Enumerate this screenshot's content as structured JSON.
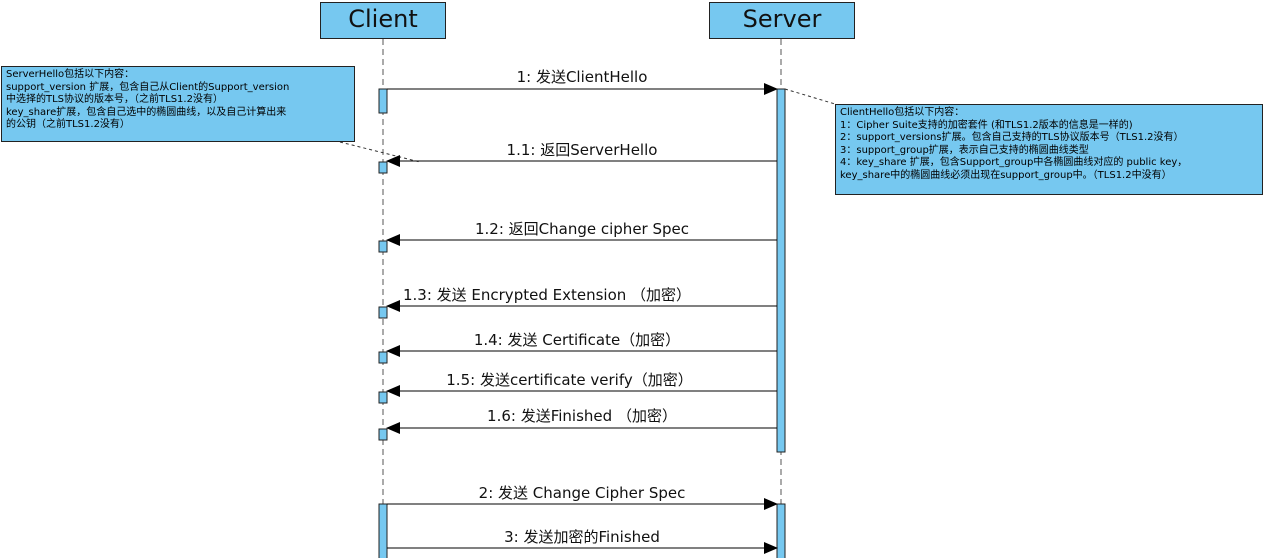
{
  "participants": [
    {
      "name": "Client"
    },
    {
      "name": "Server"
    }
  ],
  "messages": [
    {
      "label": "1: 发送ClientHello"
    },
    {
      "label": "1.1: 返回ServerHello"
    },
    {
      "label": "1.2: 返回Change cipher Spec"
    },
    {
      "label": "1.3: 发送 Encrypted  Extension （加密）"
    },
    {
      "label": "1.4: 发送 Certificate（加密）"
    },
    {
      "label": "1.5: 发送certificate verify（加密）"
    },
    {
      "label": "1.6: 发送Finished （加密）"
    },
    {
      "label": "2: 发送 Change Cipher Spec"
    },
    {
      "label": "3: 发送加密的Finished"
    }
  ],
  "notes": {
    "server_hello": {
      "lines": [
        "ServerHello包括以下内容：",
        "support_version 扩展，包含自己从Client的Support_version",
        "中选择的TLS协议的版本号，（之前TLS1.2没有）",
        "key_share扩展，包含自己选中的椭圆曲线，以及自己计算出来",
        "的公钥（之前TLS1.2没有）"
      ]
    },
    "client_hello": {
      "lines": [
        "ClientHello包括以下内容：",
        "1：Cipher Suite支持的加密套件 (和TLS1.2版本的信息是一样的)",
        "2：support_versions扩展。包含自己支持的TLS协议版本号（TLS1.2没有）",
        "3：support_group扩展，表示自己支持的椭圆曲线类型",
        "4：key_share 扩展，包含Support_group中各椭圆曲线对应的 public key，",
        "key_share中的椭圆曲线必须出现在support_group中。（TLS1.2中没有）"
      ]
    }
  },
  "colors": {
    "box_fill": "#76c8f0",
    "stroke": "#222222"
  }
}
